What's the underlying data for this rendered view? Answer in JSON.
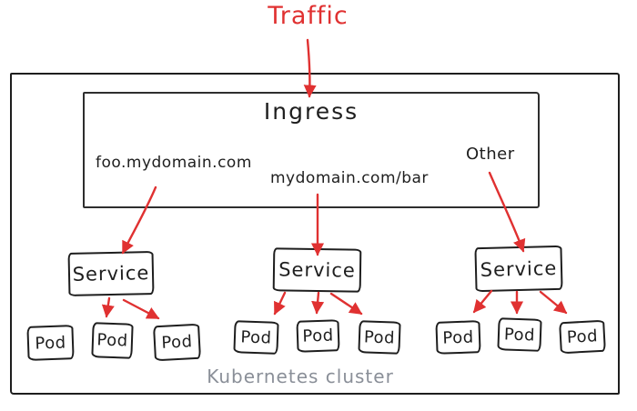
{
  "diagram": {
    "traffic_label": "Traffic",
    "cluster_label": "Kubernetes cluster",
    "ingress": {
      "label": "Ingress",
      "rules": [
        "foo.mydomain.com",
        "mydomain.com/bar",
        "Other"
      ]
    },
    "services": [
      {
        "label": "Service",
        "pods": [
          "Pod",
          "Pod",
          "Pod"
        ]
      },
      {
        "label": "Service",
        "pods": [
          "Pod",
          "Pod",
          "Pod"
        ]
      },
      {
        "label": "Service",
        "pods": [
          "Pod",
          "Pod",
          "Pod"
        ]
      }
    ],
    "edges": [
      {
        "from": "traffic",
        "to": "ingress"
      },
      {
        "from": "foo.mydomain.com",
        "to": "service-1"
      },
      {
        "from": "mydomain.com/bar",
        "to": "service-2"
      },
      {
        "from": "Other",
        "to": "service-3"
      },
      {
        "from": "service-1",
        "to": "pod-2"
      },
      {
        "from": "service-1",
        "to": "pod-3"
      },
      {
        "from": "service-2",
        "to": "pod-4"
      },
      {
        "from": "service-2",
        "to": "pod-5"
      },
      {
        "from": "service-2",
        "to": "pod-6"
      },
      {
        "from": "service-3",
        "to": "pod-7"
      },
      {
        "from": "service-3",
        "to": "pod-8"
      },
      {
        "from": "service-3",
        "to": "pod-9"
      }
    ],
    "colors": {
      "arrow": "#e03131",
      "stroke": "#1e1e1e",
      "muted_text": "#8a8f98",
      "background": "#ffffff"
    }
  }
}
